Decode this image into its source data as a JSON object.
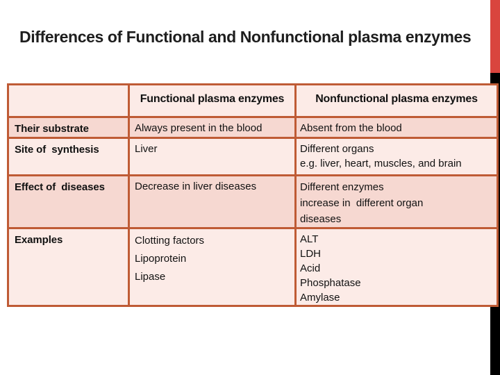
{
  "slide": {
    "title": "Differences of Functional and Nonfunctional plasma enzymes"
  },
  "accent_colors": {
    "red_bar": "#d9453e",
    "black_bar": "#000000"
  },
  "table": {
    "border_color": "#bf5b35",
    "row_light_color": "#fcebe7",
    "row_dark_color": "#f6d8d1",
    "headers": [
      "",
      "Functional plasma enzymes",
      "Nonfunctional plasma enzymes"
    ],
    "rows": [
      {
        "label": "Their substrate",
        "functional": "Always present in the blood",
        "nonfunctional": "Absent from the blood"
      },
      {
        "label": "Site of  synthesis",
        "functional": "Liver",
        "nonfunctional": "Different organs\ne.g. liver, heart, muscles, and brain"
      },
      {
        "label": "Effect of  diseases",
        "functional": "Decrease in liver diseases",
        "nonfunctional": "Different enzymes\nincrease in  different organ\ndiseases"
      },
      {
        "label": "Examples",
        "functional": "Clotting factors\nLipoprotein\nLipase",
        "nonfunctional": "ALT\nLDH\nAcid\nPhosphatase\nAmylase"
      }
    ]
  }
}
